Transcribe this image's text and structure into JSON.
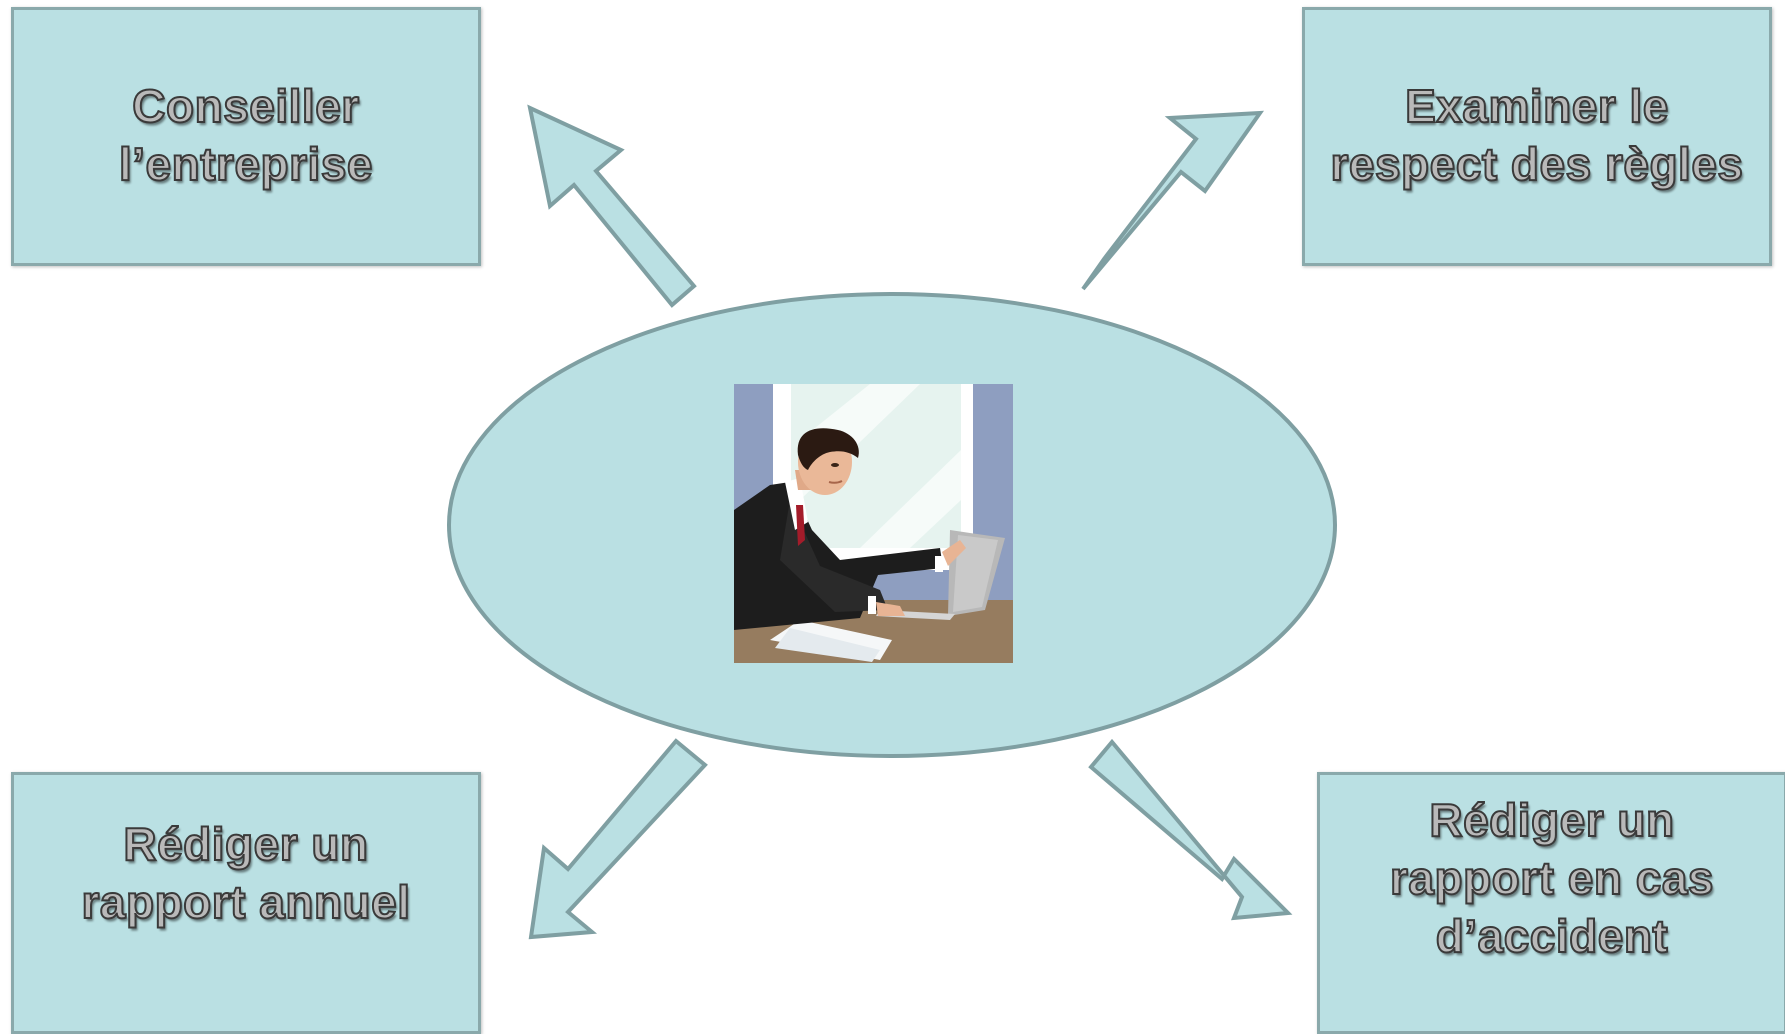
{
  "diagram": {
    "center": {
      "illustration": "businessman-at-laptop-illustration"
    },
    "boxes": {
      "top_left": {
        "label": "Conseiller\nl’entreprise"
      },
      "top_right": {
        "label": "Examiner le\nrespect des règles"
      },
      "bottom_left": {
        "label": "Rédiger un\nrapport annuel"
      },
      "bottom_right": {
        "label": "Rédiger un\nrapport en cas\nd’accident"
      }
    },
    "colors": {
      "box_fill": "#bae0e3",
      "box_border": "#8aa9ab",
      "ellipse_fill": "#bae0e3",
      "ellipse_border": "#7f9fa2",
      "arrow_fill": "#bae0e3",
      "arrow_border": "#7f9fa2"
    }
  }
}
